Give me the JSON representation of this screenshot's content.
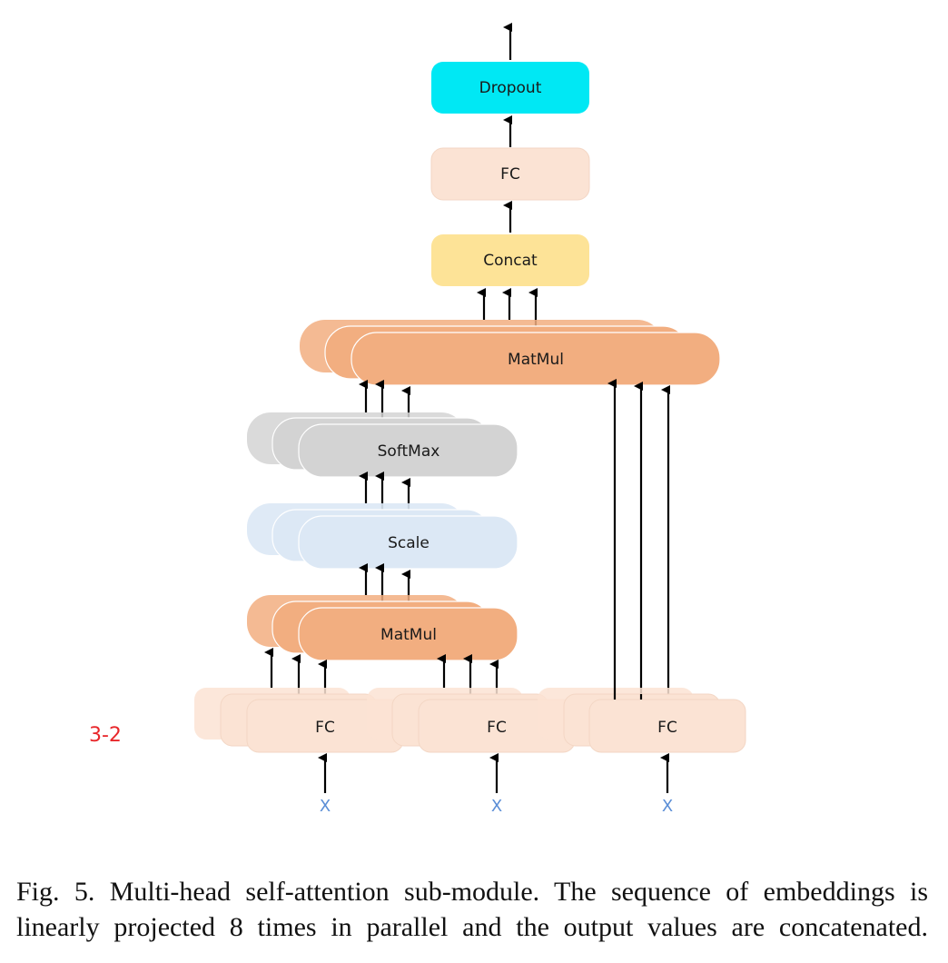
{
  "diagram": {
    "dropout_label": "Dropout",
    "fc_top_label": "FC",
    "concat_label": "Concat",
    "matmul_top_label": "MatMul",
    "softmax_label": "SoftMax",
    "scale_label": "Scale",
    "matmul_bottom_label": "MatMul",
    "fc_inputs": [
      "FC",
      "FC",
      "FC"
    ],
    "inputs": [
      "X",
      "X",
      "X"
    ],
    "side_note": "3-2"
  },
  "colors": {
    "dropout": "#00e8f4",
    "fc": "#fbe3d4",
    "concat": "#fde397",
    "matmul": "#f2ae80",
    "softmax": "#d3d3d3",
    "scale": "#dce8f5",
    "arrow": "#000000"
  },
  "caption": "Fig. 5.   Multi-head self-attention sub-module. The sequence of embeddings is linearly projected 8 times in parallel and the output values are concatenated."
}
